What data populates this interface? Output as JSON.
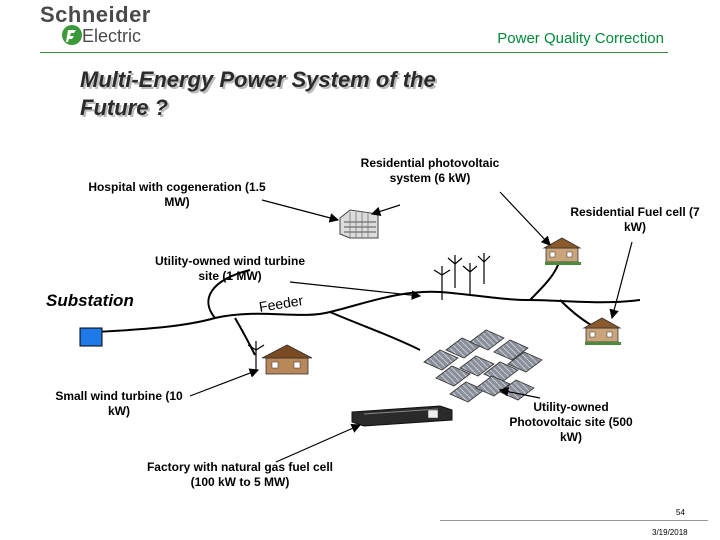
{
  "logo": {
    "word1": "Schneider",
    "word2": "Electric",
    "brand_color": "#3a9a3a"
  },
  "header": {
    "title": "Power Quality Correction",
    "title_color": "#008a3a"
  },
  "slide": {
    "title": "Multi-Energy Power System of the Future ?"
  },
  "labels": {
    "hospital": "Hospital with cogeneration  (1.5 MW)",
    "residential_pv": "Residential photovoltaic system (6 kW)",
    "residential_fc": "Residential Fuel cell  (7  kW)",
    "wind_site": "Utility-owned wind turbine site (1 MW)",
    "substation": "Substation",
    "feeder": "Feeder",
    "small_wind": "Small wind turbine (10 kW)",
    "utility_pv": "Utility-owned Photovoltaic site (500 kW)",
    "factory": "Factory with natural gas fuel cell  (100 kW to 5 MW)"
  },
  "footer": {
    "page_number": "54",
    "date": "3/19/2018"
  },
  "colors": {
    "substation_fill": "#1e7ae6",
    "line": "#000000"
  }
}
